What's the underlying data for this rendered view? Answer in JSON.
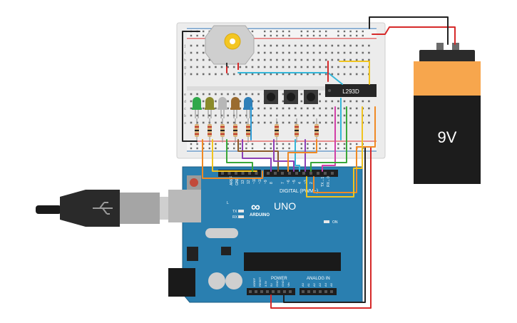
{
  "breadboard": {
    "chip_label": "L293D",
    "row_letters": [
      "a",
      "b",
      "c",
      "d",
      "e",
      "f",
      "g",
      "h",
      "i",
      "j"
    ]
  },
  "battery": {
    "label": "9V",
    "colors": {
      "top": "#f7a64d",
      "body": "#1c1c1c",
      "cap": "#2b2b2b"
    }
  },
  "arduino": {
    "brand_left": "∞",
    "brand_name": "ARDUINO",
    "model": "UNO",
    "digital_label": "DIGITAL (PWM~)",
    "power_label": "POWER",
    "analog_label": "ANALOG IN",
    "on_label": "ON",
    "tx_label": "TX",
    "rx_label": "RX",
    "l_label": "L",
    "aref_label": "AREF",
    "gnd_label": "GND",
    "pin13": "13",
    "pin12": "12",
    "pin11": "~11",
    "pin10": "~10",
    "pin9": "~9",
    "pin8": "8",
    "pin7": "7",
    "pin6": "~6",
    "pin5": "~5",
    "pin4": "4",
    "pin3": "~3",
    "pin2": "2",
    "pin1": "TX→1",
    "pin0": "RX←0",
    "power_pins": [
      "IOREF",
      "RESET",
      "3.3V",
      "5V",
      "GND",
      "GND",
      "Vin"
    ],
    "analog_pins": [
      "A0",
      "A1",
      "A2",
      "A3",
      "A4",
      "A5"
    ],
    "colors": {
      "board": "#2a7fb0",
      "dark": "#1f5f86"
    }
  },
  "leds": {
    "colors": [
      "#2fa84a",
      "#8a8a2a",
      "#b7b7b7",
      "#9a6b2f",
      "#2f7fb8"
    ]
  },
  "wires": {
    "colors": {
      "red": "#d62a2a",
      "black": "#222222",
      "yellow": "#f0c420",
      "orange": "#f08a24",
      "green": "#3aa83a",
      "purple": "#8d3fb5",
      "magenta": "#d23fa8",
      "brown": "#8a5a2b",
      "blue": "#2d9bd6",
      "cyan": "#35b6d8"
    }
  }
}
